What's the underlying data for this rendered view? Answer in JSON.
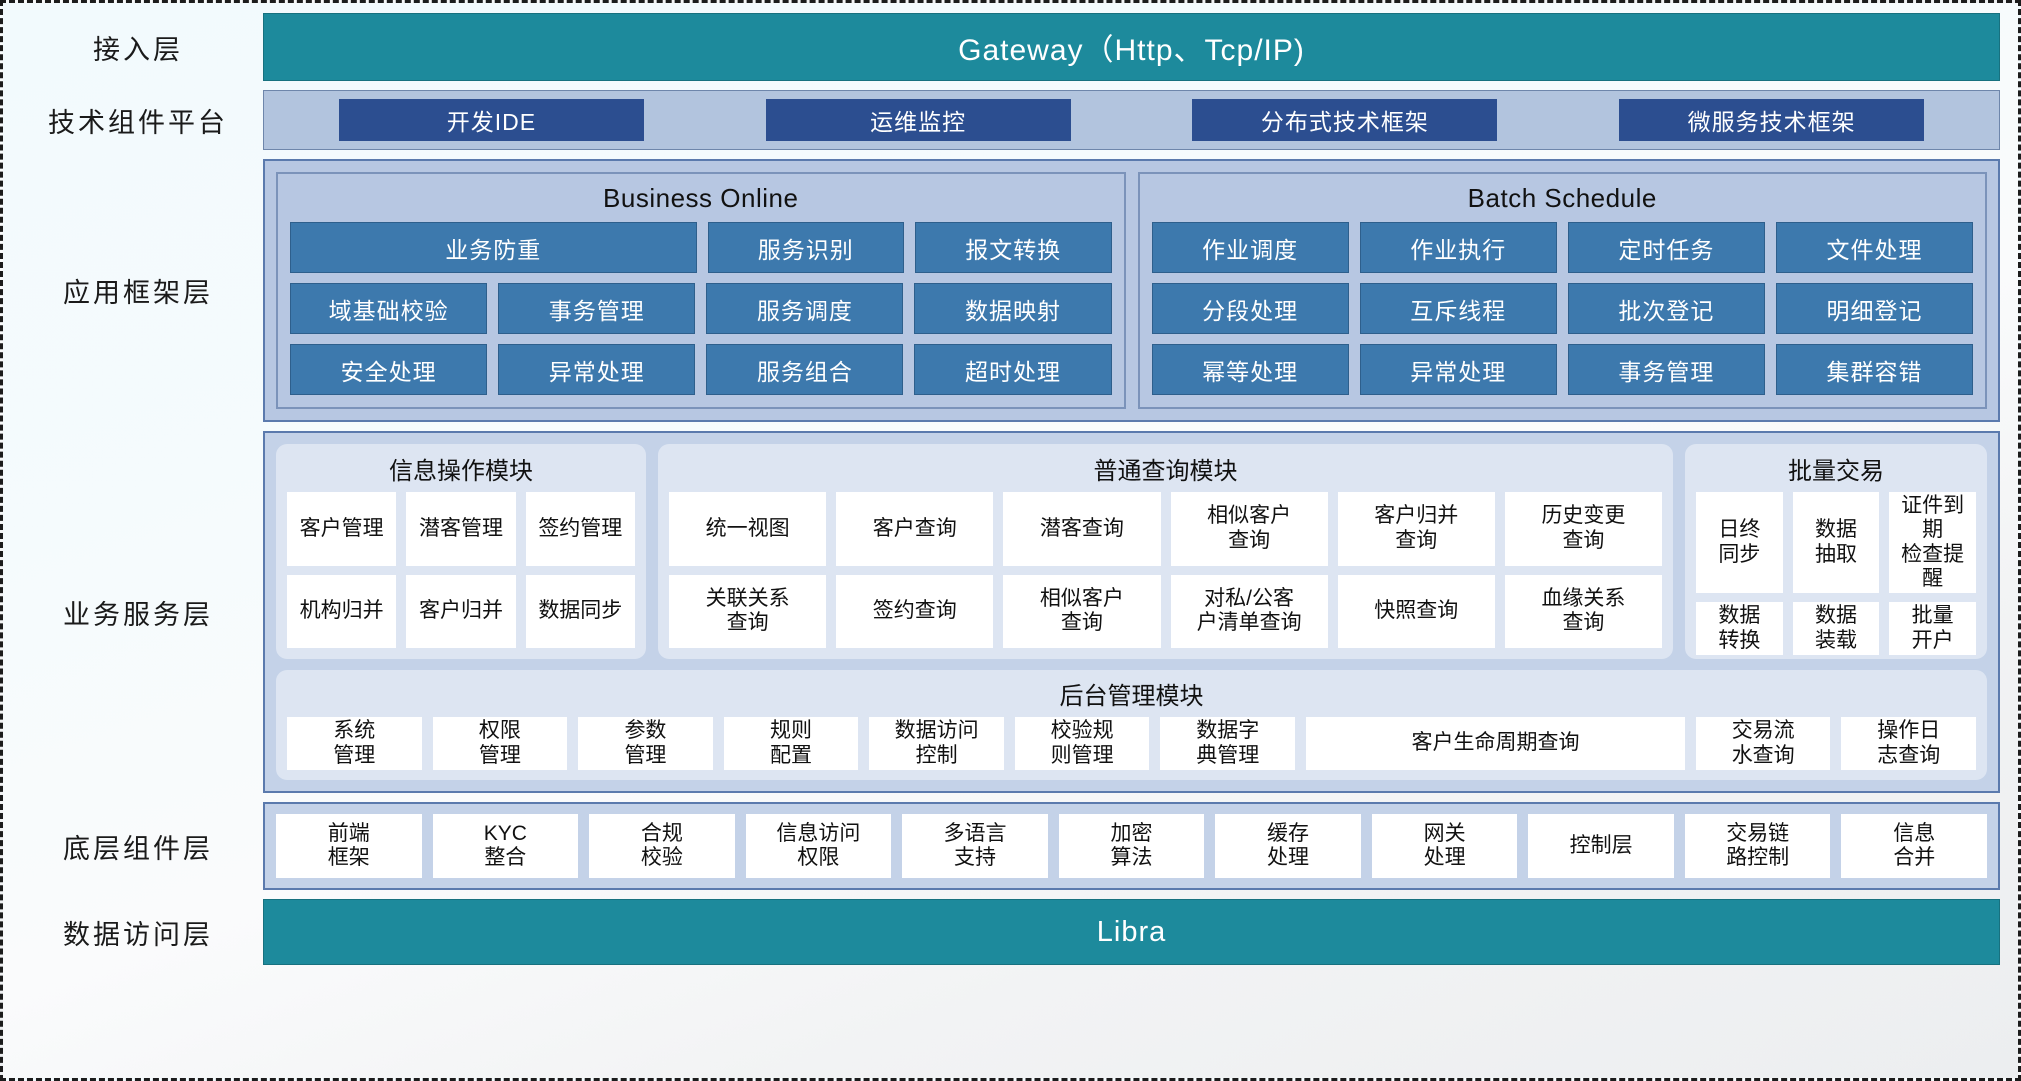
{
  "layers": {
    "access": {
      "label": "接入层",
      "bar": "Gateway（Http、Tcp/IP)"
    },
    "tech": {
      "label": "技术组件平台",
      "chips": [
        "开发IDE",
        "运维监控",
        "分布式技术框架",
        "微服务技术框架"
      ]
    },
    "app_framework": {
      "label": "应用框架层",
      "groups": [
        {
          "title": "Business Online",
          "rows": [
            [
              "业务防重",
              "服务识别",
              "报文转换"
            ],
            [
              "域基础校验",
              "事务管理",
              "服务调度",
              "数据映射"
            ],
            [
              "安全处理",
              "异常处理",
              "服务组合",
              "超时处理"
            ]
          ]
        },
        {
          "title": "Batch Schedule",
          "rows": [
            [
              "作业调度",
              "作业执行",
              "定时任务",
              "文件处理"
            ],
            [
              "分段处理",
              "互斥线程",
              "批次登记",
              "明细登记"
            ],
            [
              "幂等处理",
              "异常处理",
              "事务管理",
              "集群容错"
            ]
          ]
        }
      ]
    },
    "business_service": {
      "label": "业务服务层",
      "groups": [
        {
          "title": "信息操作模块",
          "rows": [
            [
              "客户管理",
              "潜客管理",
              "签约管理"
            ],
            [
              "机构归并",
              "客户归并",
              "数据同步"
            ]
          ]
        },
        {
          "title": "普通查询模块",
          "rows": [
            [
              "统一视图",
              "客户查询",
              "潜客查询",
              "相似客户\n查询",
              "客户归并\n查询",
              "历史变更\n查询"
            ],
            [
              "关联关系\n查询",
              "签约查询",
              "相似客户\n查询",
              "对私/公客\n户清单查询",
              "快照查询",
              "血缘关系\n查询"
            ]
          ]
        },
        {
          "title": "批量交易",
          "rows": [
            [
              "日终\n同步",
              "数据\n抽取",
              "证件到期\n检查提醒"
            ],
            [
              "数据\n转换",
              "数据\n装载",
              "批量\n开户"
            ]
          ]
        }
      ],
      "backend": {
        "title": "后台管理模块",
        "cells": [
          "系统\n管理",
          "权限\n管理",
          "参数\n管理",
          "规则\n配置",
          "数据访问\n控制",
          "校验规\n则管理",
          "数据字\n典管理",
          "客户生命周期查询",
          "交易流\n水查询",
          "操作日\n志查询"
        ]
      }
    },
    "component": {
      "label": "底层组件层",
      "cells": [
        "前端\n框架",
        "KYC\n整合",
        "合规\n校验",
        "信息访问\n权限",
        "多语言\n支持",
        "加密\n算法",
        "缓存\n处理",
        "网关\n处理",
        "控制层",
        "交易链\n路控制",
        "信息\n合并"
      ]
    },
    "data_access": {
      "label": "数据访问层",
      "bar": "Libra"
    }
  },
  "colors": {
    "teal": "#1d8a9c",
    "deep_blue": "#2c4e90",
    "mid_blue": "#3d79ad",
    "panel_blue": "#b7c7e2",
    "panel_light": "#c4d2e8",
    "group_light": "#dde5f2"
  }
}
